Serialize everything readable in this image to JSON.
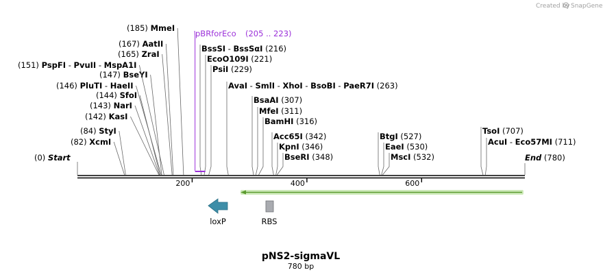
{
  "credit": {
    "prefix": "Created by",
    "brand": "SnapGene"
  },
  "map": {
    "name": "pNS2-sigmaVL",
    "length_label": "780 bp",
    "total_bp": 780
  },
  "ruler": {
    "ticks": [
      {
        "bp": 200,
        "label": "200"
      },
      {
        "bp": 400,
        "label": "400"
      },
      {
        "bp": 600,
        "label": "600"
      }
    ]
  },
  "primer": {
    "name": "pBRforEco",
    "range": "(205 .. 223)",
    "start": 205,
    "end": 223,
    "color": "#9b30d9"
  },
  "features": [
    {
      "name": "loxP",
      "type": "arrow-left",
      "color": "#3e8ea8"
    },
    {
      "name": "RBS",
      "type": "box",
      "color": "#a9abb0"
    }
  ],
  "orf": {
    "color": "#7fc843"
  },
  "sites": [
    {
      "pos": 0,
      "names": [
        "Start"
      ],
      "num": "(0)",
      "italic": true
    },
    {
      "pos": 82,
      "names": [
        "XcmI"
      ],
      "num": "(82)"
    },
    {
      "pos": 84,
      "names": [
        "StyI"
      ],
      "num": "(84)"
    },
    {
      "pos": 142,
      "names": [
        "KasI"
      ],
      "num": "(142)"
    },
    {
      "pos": 143,
      "names": [
        "NarI"
      ],
      "num": "(143)"
    },
    {
      "pos": 144,
      "names": [
        "SfoI"
      ],
      "num": "(144)"
    },
    {
      "pos": 146,
      "names": [
        "PluTI",
        "HaeII"
      ],
      "num": "(146)"
    },
    {
      "pos": 147,
      "names": [
        "BseYI"
      ],
      "num": "(147)"
    },
    {
      "pos": 151,
      "names": [
        "PspFI",
        "PvuII",
        "MspA1I"
      ],
      "num": "(151)"
    },
    {
      "pos": 165,
      "names": [
        "ZraI"
      ],
      "num": "(165)"
    },
    {
      "pos": 167,
      "names": [
        "AatII"
      ],
      "num": "(167)"
    },
    {
      "pos": 185,
      "names": [
        "MmeI"
      ],
      "num": "(185)"
    },
    {
      "pos": 216,
      "names": [
        "BssSI",
        "BssSαI"
      ],
      "num": "(216)"
    },
    {
      "pos": 221,
      "names": [
        "EcoO109I"
      ],
      "num": "(221)"
    },
    {
      "pos": 229,
      "names": [
        "PsiI"
      ],
      "num": "(229)"
    },
    {
      "pos": 263,
      "names": [
        "AvaI",
        "SmlI",
        "XhoI",
        "BsoBI",
        "PaeR7I"
      ],
      "num": "(263)"
    },
    {
      "pos": 307,
      "names": [
        "BsaAI"
      ],
      "num": "(307)"
    },
    {
      "pos": 311,
      "names": [
        "MfeI"
      ],
      "num": "(311)"
    },
    {
      "pos": 316,
      "names": [
        "BamHI"
      ],
      "num": "(316)"
    },
    {
      "pos": 342,
      "names": [
        "Acc65I"
      ],
      "num": "(342)"
    },
    {
      "pos": 346,
      "names": [
        "KpnI"
      ],
      "num": "(346)"
    },
    {
      "pos": 348,
      "names": [
        "BseRI"
      ],
      "num": "(348)"
    },
    {
      "pos": 527,
      "names": [
        "BtgI"
      ],
      "num": "(527)"
    },
    {
      "pos": 530,
      "names": [
        "EaeI"
      ],
      "num": "(530)"
    },
    {
      "pos": 532,
      "names": [
        "MscI"
      ],
      "num": "(532)"
    },
    {
      "pos": 707,
      "names": [
        "TsoI"
      ],
      "num": "(707)"
    },
    {
      "pos": 711,
      "names": [
        "AcuI",
        "Eco57MI"
      ],
      "num": "(711)"
    },
    {
      "pos": 780,
      "names": [
        "End"
      ],
      "num": "(780)",
      "italic": true
    }
  ]
}
